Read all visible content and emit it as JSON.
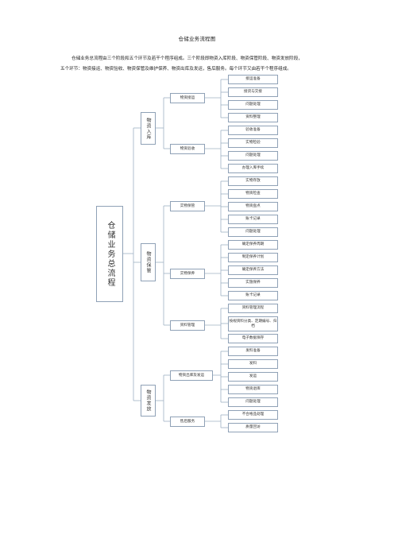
{
  "title": "仓储业务流程图",
  "intro_line1": "仓储业务总流程由三个阶段和五个环节及若干个程序组成。三个阶段即物资入库阶段、物资保管阶段、物资发放阶段，",
  "intro_line2": "五个环节：物资接运、物资验收、物资保管及维护保养、物资出库及发运，售后服务。每个环节又由若干个程序组成。",
  "tree": {
    "root": "仓储业务总流程",
    "stages": [
      {
        "label": "物资入库",
        "groups": [
          {
            "label": "物资接运",
            "steps": [
              "接运准备",
              "接货与交接",
              "问题处理",
              "资料整理"
            ]
          },
          {
            "label": "物资验收",
            "steps": [
              "验收准备",
              "实物检验",
              "问题处理",
              "办理入库手续"
            ]
          }
        ]
      },
      {
        "label": "物资保管",
        "groups": [
          {
            "label": "实物保管",
            "steps": [
              "实物存放",
              "物资检查",
              "物资盘点",
              "账卡记录",
              "问题处理"
            ]
          },
          {
            "label": "实物保养",
            "steps": [
              "确定保养周期",
              "制定保养计划",
              "确定保养方法",
              "实施保养",
              "账卡记录"
            ]
          },
          {
            "label": "资料管理",
            "steps": [
              "资料管理流程",
              "按规资料分类、定期编号、归档",
              "电子数据保存"
            ]
          }
        ]
      },
      {
        "label": "物资发放",
        "groups": [
          {
            "label": "物资出库及发运",
            "steps": [
              "发料准备",
              "发料",
              "发运",
              "物资退库",
              "问题处理"
            ]
          },
          {
            "label": "售后服务",
            "steps": [
              "不合格品处理",
              "质量回访"
            ]
          }
        ]
      }
    ]
  }
}
